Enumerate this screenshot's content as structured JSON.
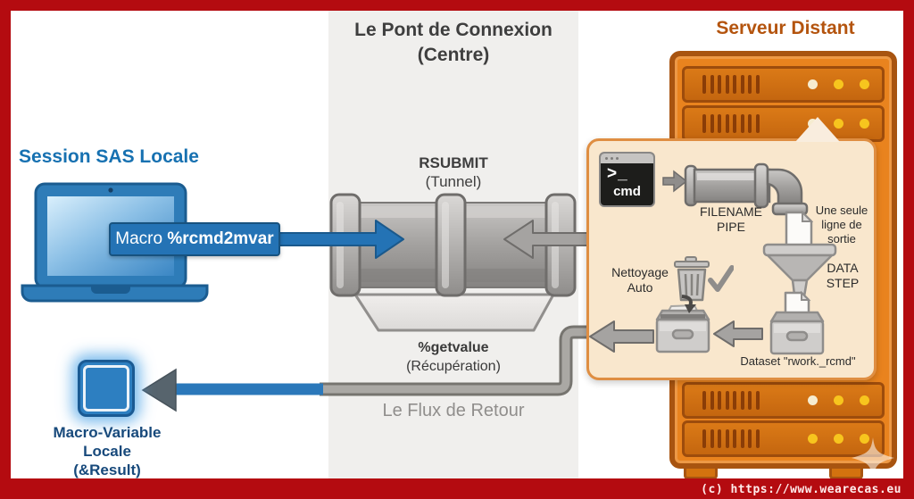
{
  "frame": {
    "copyright": "(c) https://www.wearecas.eu",
    "border_color": "#b40b10"
  },
  "local_session": {
    "title": "Session SAS Locale",
    "macro_call": {
      "prefix": "Macro ",
      "name": "%rcmd2mvar"
    },
    "result_variable": {
      "line1": "Macro-Variable",
      "line2": "Locale",
      "line3": "(&Result)"
    }
  },
  "bridge": {
    "title_line1": "Le Pont de Connexion",
    "title_line2": "(Centre)",
    "rsubmit": {
      "name": "RSUBMIT",
      "subtitle": "(Tunnel)"
    },
    "getvalue": {
      "name": "%getvalue",
      "subtitle": "(Récupération)"
    },
    "return_flow_label": "Le Flux de Retour"
  },
  "remote_server": {
    "title": "Serveur Distant",
    "process_panel": {
      "terminal": {
        "prompt": ">_",
        "label": "cmd"
      },
      "filename_pipe": {
        "line1": "FILENAME",
        "line2": "PIPE"
      },
      "single_output": {
        "line1": "Une seule",
        "line2": "ligne de",
        "line3": "sortie"
      },
      "data_step": {
        "line1": "DATA",
        "line2": "STEP"
      },
      "cleanup": {
        "line1": "Nettoyage",
        "line2": "Auto"
      },
      "dataset_label": "Dataset \"rwork._rcmd\""
    }
  },
  "icons": {
    "laptop": "laptop-icon",
    "terminal": "cmd-terminal-icon",
    "pipe": "pipe-icon",
    "tunnel": "tunnel-pipe-icon",
    "document": "document-icon",
    "funnel": "funnel-icon",
    "trash": "trash-icon",
    "check": "checkmark-icon",
    "storage_box": "storage-box-icon",
    "server": "server-rack-icon",
    "sparkle": "sparkle-icon",
    "macro_variable_square": "macro-variable-icon"
  },
  "colors": {
    "accent_blue": "#2473b5",
    "navy_text": "#17497b",
    "blue_title": "#1771b1",
    "orange_title": "#b4540e",
    "server_orange": "#e9831e",
    "server_border": "#a85410",
    "panel_cream": "#f9e7cd",
    "panel_border": "#df8e42",
    "column_gray": "#f0efed",
    "pipe_gray": "#a5a3a1",
    "light_yellow": "#f7c51e",
    "light_cream": "#f6ecd0"
  }
}
